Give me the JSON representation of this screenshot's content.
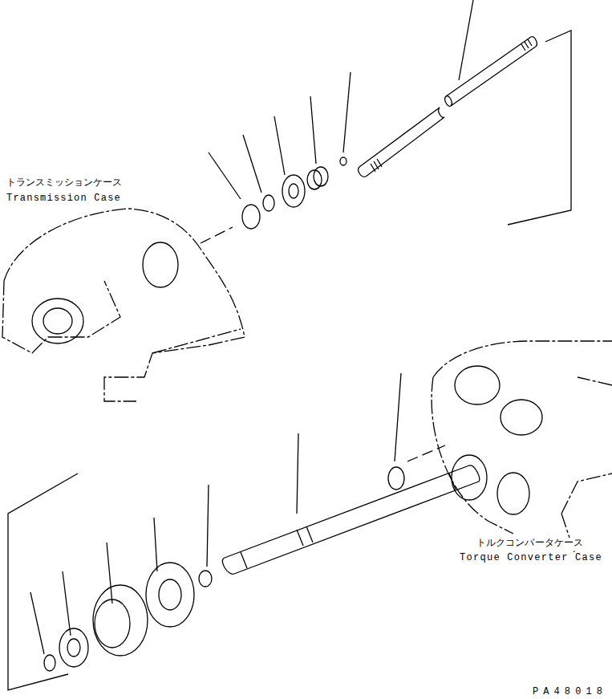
{
  "diagram": {
    "labels": [
      "トランスミッションケース",
      "Transmission Case",
      "トルクコンバータケース",
      "Torque Converter Case",
      "PA48018"
    ]
  }
}
